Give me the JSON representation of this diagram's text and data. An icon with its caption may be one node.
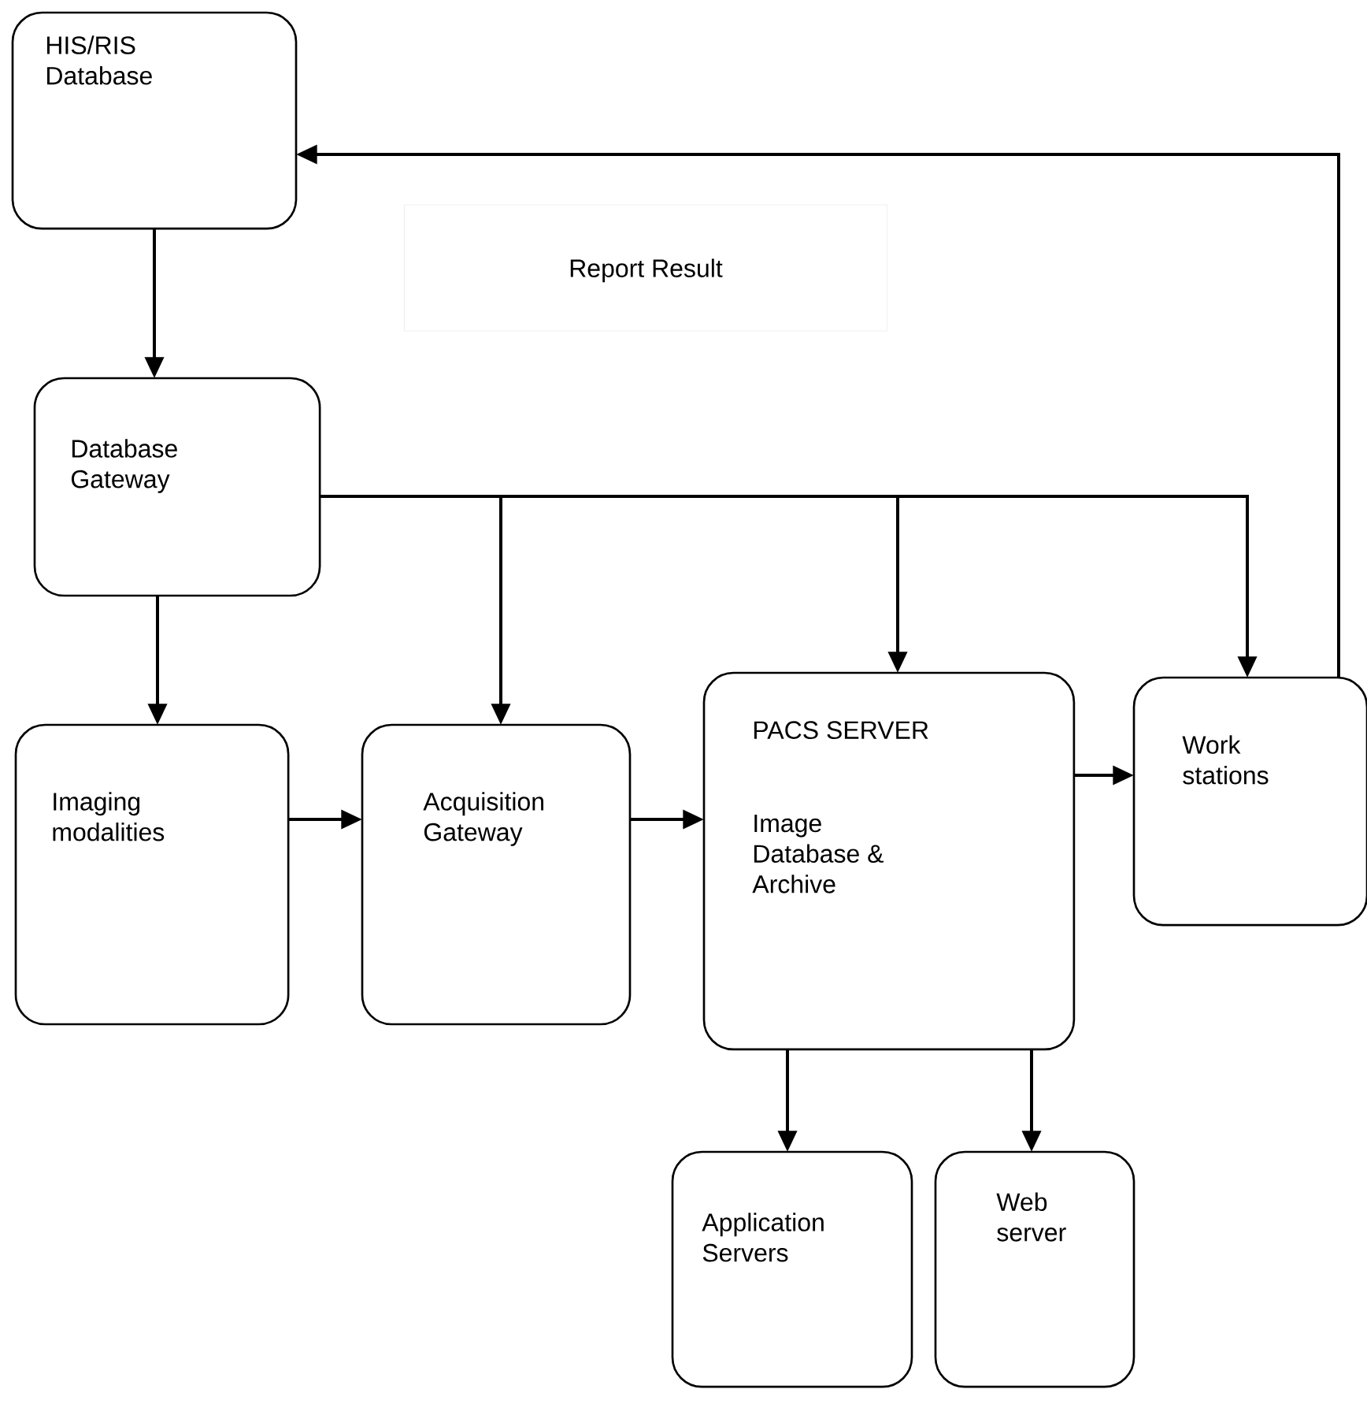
{
  "diagram": {
    "nodes": [
      {
        "text": [
          "HIS/RIS Database"
        ]
      },
      {
        "text": [
          "Database Gateway"
        ]
      },
      {
        "text": [
          "Imaging modalities"
        ]
      },
      {
        "text": [
          "Acquisition Gateway"
        ]
      },
      {
        "text": [
          "PACS SERVER",
          "Image Database & Archive"
        ]
      },
      {
        "text": [
          "Work stations"
        ]
      },
      {
        "text": [
          "Application Servers"
        ]
      },
      {
        "text": [
          "Web server"
        ]
      }
    ],
    "edges": [
      {
        "from": 0,
        "to": 1,
        "arrow": "to"
      },
      {
        "from": 1,
        "to": 2,
        "arrow": "to"
      },
      {
        "from": 1,
        "to": 3,
        "arrow": "to"
      },
      {
        "from": 1,
        "to": 4,
        "arrow": "to"
      },
      {
        "from": 1,
        "to": 5,
        "arrow": "to"
      },
      {
        "from": 2,
        "to": 3,
        "arrow": "to"
      },
      {
        "from": 3,
        "to": 4,
        "arrow": "to"
      },
      {
        "from": 4,
        "to": 5,
        "arrow": "to"
      },
      {
        "from": 4,
        "to": 6,
        "arrow": "to"
      },
      {
        "from": 4,
        "to": 7,
        "arrow": "to"
      },
      {
        "from": 5,
        "to": 0,
        "arrow": "to",
        "label": "Report Result"
      }
    ]
  }
}
